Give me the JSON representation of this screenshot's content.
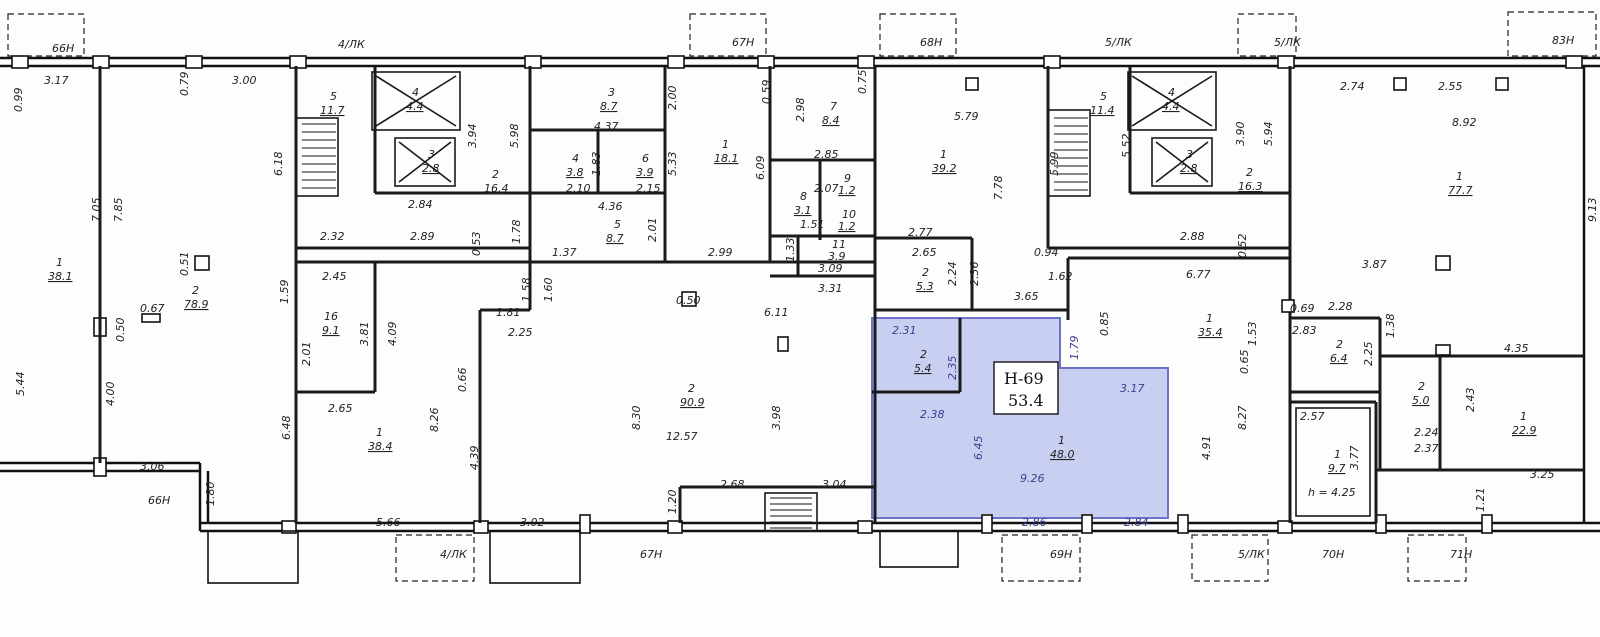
{
  "highlight": {
    "unit": "Н-69",
    "area": "53.4",
    "fill": "#c9cff0",
    "stroke": "#6b74c8"
  },
  "axis_labels": {
    "top": [
      "66Н",
      "4/ЛК",
      "67Н",
      "68Н",
      "5/ЛК",
      "5/ЛК",
      "83Н"
    ],
    "bottom": [
      "66Н",
      "4/ЛК",
      "67Н",
      "69Н",
      "5/ЛК",
      "70Н",
      "71Н"
    ]
  },
  "rooms": [
    {
      "id": "r1",
      "num": "1",
      "area": "38.1"
    },
    {
      "id": "r2",
      "num": "2",
      "area": "78.9"
    },
    {
      "id": "r3",
      "num": "5",
      "area": "11.7"
    },
    {
      "id": "r4",
      "num": "4",
      "area": "4.4"
    },
    {
      "id": "r5",
      "num": "3",
      "area": "2.8"
    },
    {
      "id": "r6",
      "num": "2",
      "area": "16.4"
    },
    {
      "id": "r7",
      "num": "16",
      "area": "9.1"
    },
    {
      "id": "r8",
      "num": "1",
      "area": "38.4"
    },
    {
      "id": "r9",
      "num": "3",
      "area": "8.7"
    },
    {
      "id": "r10",
      "num": "4",
      "area": "3.8"
    },
    {
      "id": "r11",
      "num": "6",
      "area": "3.9"
    },
    {
      "id": "r12",
      "num": "5",
      "area": "8.7"
    },
    {
      "id": "r13",
      "num": "1",
      "area": "18.1"
    },
    {
      "id": "r14",
      "num": "7",
      "area": "8.4"
    },
    {
      "id": "r15",
      "num": "8",
      "area": "3.1"
    },
    {
      "id": "r16",
      "num": "9",
      "area": "1.2"
    },
    {
      "id": "r17",
      "num": "10",
      "area": "1.2"
    },
    {
      "id": "r18",
      "num": "11",
      "area": "3.9"
    },
    {
      "id": "r19",
      "num": "2",
      "area": "90.9"
    },
    {
      "id": "r20",
      "num": "1",
      "area": "39.2"
    },
    {
      "id": "r21",
      "num": "2",
      "area": "5.3"
    },
    {
      "id": "r22",
      "num": "2",
      "area": "5.4"
    },
    {
      "id": "r23",
      "num": "1",
      "area": "48.0"
    },
    {
      "id": "r24",
      "num": "5",
      "area": "11.4"
    },
    {
      "id": "r25",
      "num": "4",
      "area": "4.4"
    },
    {
      "id": "r26",
      "num": "3",
      "area": "2.8"
    },
    {
      "id": "r27",
      "num": "2",
      "area": "16.3"
    },
    {
      "id": "r28",
      "num": "1",
      "area": "35.4"
    },
    {
      "id": "r29",
      "num": "1",
      "area": "77.7"
    },
    {
      "id": "r30",
      "num": "2",
      "area": "6.4"
    },
    {
      "id": "r31",
      "num": "2",
      "area": "5.0"
    },
    {
      "id": "r32",
      "num": "1",
      "area": "22.9"
    },
    {
      "id": "r33",
      "num": "1",
      "area": "9.7"
    }
  ],
  "height_note": "h = 4.25",
  "dimensions": [
    "0.99",
    "3.17",
    "0.79",
    "3.00",
    "7.05",
    "7.85",
    "0.51",
    "0.50",
    "0.67",
    "5.44",
    "4.00",
    "3.06",
    "1.80",
    "6.18",
    "3.94",
    "5.98",
    "5.94",
    "2.84",
    "2.32",
    "2.89",
    "0.53",
    "1.78",
    "2.45",
    "1.59",
    "2.01",
    "3.81",
    "4.09",
    "1.81",
    "1.58",
    "1.60",
    "2.25",
    "0.66",
    "2.65",
    "8.26",
    "4.39",
    "6.48",
    "5.66",
    "3.02",
    "1.20",
    "2.68",
    "3.04",
    "4.37",
    "2.00",
    "1.83",
    "2.10",
    "2.15",
    "5.33",
    "4.36",
    "2.01",
    "1.37",
    "2.99",
    "0.59",
    "2.98",
    "6.09",
    "2.85",
    "2.07",
    "1.51",
    "1.33",
    "3.09",
    "3.31",
    "0.50",
    "6.11",
    "8.30",
    "12.57",
    "3.98",
    "0.75",
    "5.79",
    "7.78",
    "2.77",
    "2.65",
    "2.24",
    "2.36",
    "3.65",
    "2.31",
    "2.35",
    "2.38",
    "6.45",
    "1.79",
    "3.17",
    "9.26",
    "2.86",
    "2.84",
    "5.99",
    "5.52",
    "3.90",
    "0.94",
    "1.62",
    "2.88",
    "0.52",
    "6.77",
    "0.85",
    "1.53",
    "0.65",
    "8.27",
    "4.91",
    "2.74",
    "2.55",
    "8.92",
    "3.87",
    "0.69",
    "2.28",
    "2.83",
    "1.38",
    "2.25",
    "2.57",
    "3.77",
    "2.24",
    "2.37",
    "2.43",
    "4.35",
    "3.25",
    "1.21",
    "9.13"
  ]
}
